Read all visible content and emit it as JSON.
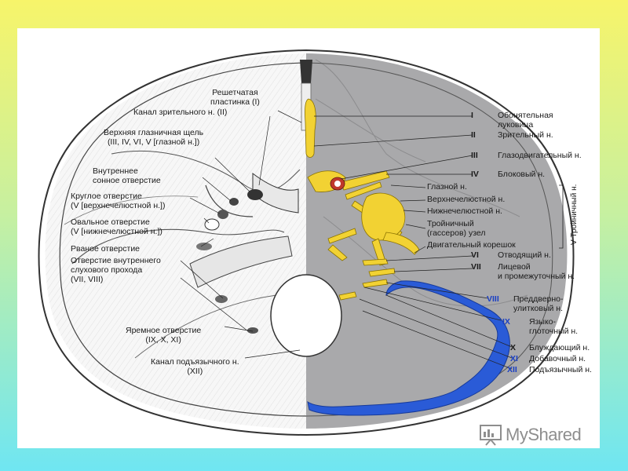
{
  "left_labels": {
    "ethmoid_plate": "Решетчатая\nпластинка (I)",
    "optic_canal": "Канал зрительного н. (II)",
    "superior_orbital_fissure": "Верхняя глазничная щель\n(III, IV, VI, V [глазной н.])",
    "internal_carotid_foramen": "Внутреннее\nсонное отверстие",
    "foramen_rotundum": "Круглое отверстие\n(V [верхнечелюстной н.])",
    "foramen_ovale": "Овальное отверстие\n(V [нижнечелюстной н.])",
    "foramen_lacerum": "Рваное отверстие",
    "internal_acoustic_meatus": "Отверстие внутреннего\nслухового прохода\n(VII, VIII)",
    "jugular_foramen": "Яремное отверстие\n(IX, X, XI)",
    "hypoglossal_canal": "Канал подъязычного н.\n(XII)"
  },
  "right_labels": [
    {
      "num": "I",
      "text": "Обонятельная\nлуковица",
      "blue": false
    },
    {
      "num": "II",
      "text": "Зрительный н.",
      "blue": false
    },
    {
      "num": "III",
      "text": "Глазодвигательный н.",
      "blue": false
    },
    {
      "num": "IV",
      "text": "Блоковый н.",
      "blue": false
    },
    {
      "num": "",
      "text": "Глазной н.",
      "blue": false
    },
    {
      "num": "",
      "text": "Верхнечелюстной н.",
      "blue": false
    },
    {
      "num": "",
      "text": "Нижнечелюстной н.",
      "blue": false
    },
    {
      "num": "",
      "text": "Тройничный\n(гассеров) узел",
      "blue": false
    },
    {
      "num": "",
      "text": "Двигательный корешок",
      "blue": false
    },
    {
      "num": "VI",
      "text": "Отводящий н.",
      "blue": false
    },
    {
      "num": "VII",
      "text": "Лицевой\nи промежуточный н.",
      "blue": false
    },
    {
      "num": "VIII",
      "text": "Преддверно-\nулитковый н.",
      "blue": true
    },
    {
      "num": "IX",
      "text": "Языко-\nглоточный н.",
      "blue": true
    },
    {
      "num": "X",
      "text": "Блуждающий н.",
      "blue": false
    },
    {
      "num": "XI",
      "text": "Добавочный н.",
      "blue": true
    },
    {
      "num": "XII",
      "text": "Подъязычный н.",
      "blue": true
    }
  ],
  "trigeminal_bracket_label": "V Тройничный н.",
  "watermark": "MyShared",
  "colors": {
    "nerve": "#f2d233",
    "sinus": "#2a5bd7",
    "dura": "#a9a9ab",
    "bone": "#f5f5f5"
  }
}
